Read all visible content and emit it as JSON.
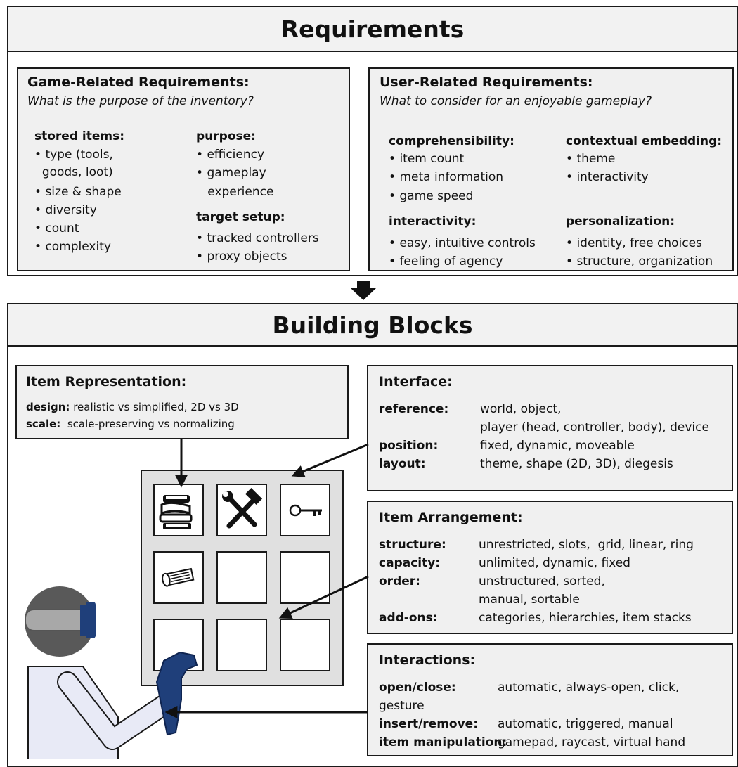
{
  "requirements": {
    "title": "Requirements",
    "game": {
      "heading": "Game-Related Requirements:",
      "question": "What is the purpose of the inventory?",
      "stored_items": {
        "label": "stored items:",
        "items": [
          "type (tools,",
          "goods, loot)",
          "size & shape",
          "diversity",
          "count",
          "complexity"
        ]
      },
      "purpose": {
        "label": "purpose:",
        "items": [
          "efficiency",
          "gameplay",
          "experience"
        ]
      },
      "target_setup": {
        "label": "target setup:",
        "items": [
          "tracked controllers",
          "proxy objects"
        ]
      }
    },
    "user": {
      "heading": "User-Related Requirements:",
      "question": "What to consider for an enjoyable gameplay?",
      "comprehensibility": {
        "label": "comprehensibility:",
        "items": [
          "item count",
          "meta information",
          "game speed"
        ]
      },
      "contextual_embedding": {
        "label": "contextual embedding:",
        "items": [
          "theme",
          "interactivity"
        ]
      },
      "interactivity": {
        "label": "interactivity:",
        "items": [
          "easy, intuitive controls",
          "feeling of agency"
        ]
      },
      "personalization": {
        "label": "personalization:",
        "items": [
          "identity, free choices",
          "structure, organization"
        ]
      }
    }
  },
  "building_blocks": {
    "title": "Building Blocks",
    "item_representation": {
      "heading": "Item Representation:",
      "design_label": "design:",
      "design_text": "realistic vs simplified, 2D vs 3D",
      "scale_label": "scale:",
      "scale_text": "scale-preserving vs normalizing"
    },
    "interface": {
      "heading": "Interface:",
      "reference_label": "reference:",
      "reference_text1": "world, object,",
      "reference_text2": "player (head, controller, body), device",
      "position_label": "position:",
      "position_text": "fixed, dynamic, moveable",
      "layout_label": "layout:",
      "layout_text": "theme, shape (2D, 3D), diegesis"
    },
    "item_arrangement": {
      "heading": "Item Arrangement:",
      "structure_label": "structure:",
      "structure_text": "unrestricted, slots,  grid, linear, ring",
      "capacity_label": "capacity:",
      "capacity_text": "unlimited, dynamic, fixed",
      "order_label": "order:",
      "order_text1": "unstructured, sorted,",
      "order_text2": "manual, sortable",
      "addons_label": "add-ons:",
      "addons_text": "categories, hierarchies, item stacks"
    },
    "interactions": {
      "heading": "Interactions:",
      "open_label": "open/close:",
      "open_text1": "automatic, always-open, click,",
      "open_text2": "gesture",
      "insert_label": "insert/remove:",
      "insert_text": "automatic, triggered, manual",
      "manip_label": "item manipulation:",
      "manip_text": "gamepad, raycast, virtual hand"
    }
  },
  "icons": {
    "slot_1": "books-icon",
    "slot_2": "hammer-wrench-icon",
    "slot_3": "key-icon",
    "slot_4": "scroll-icon",
    "user": "vr-user-icon",
    "arrow_down": "down-arrow-icon"
  },
  "colors": {
    "panel_band": "#f2f2f2",
    "box_fill": "#f0f0f0",
    "headset": "#1f3f7a",
    "user_fill": "#e8eaf6"
  }
}
